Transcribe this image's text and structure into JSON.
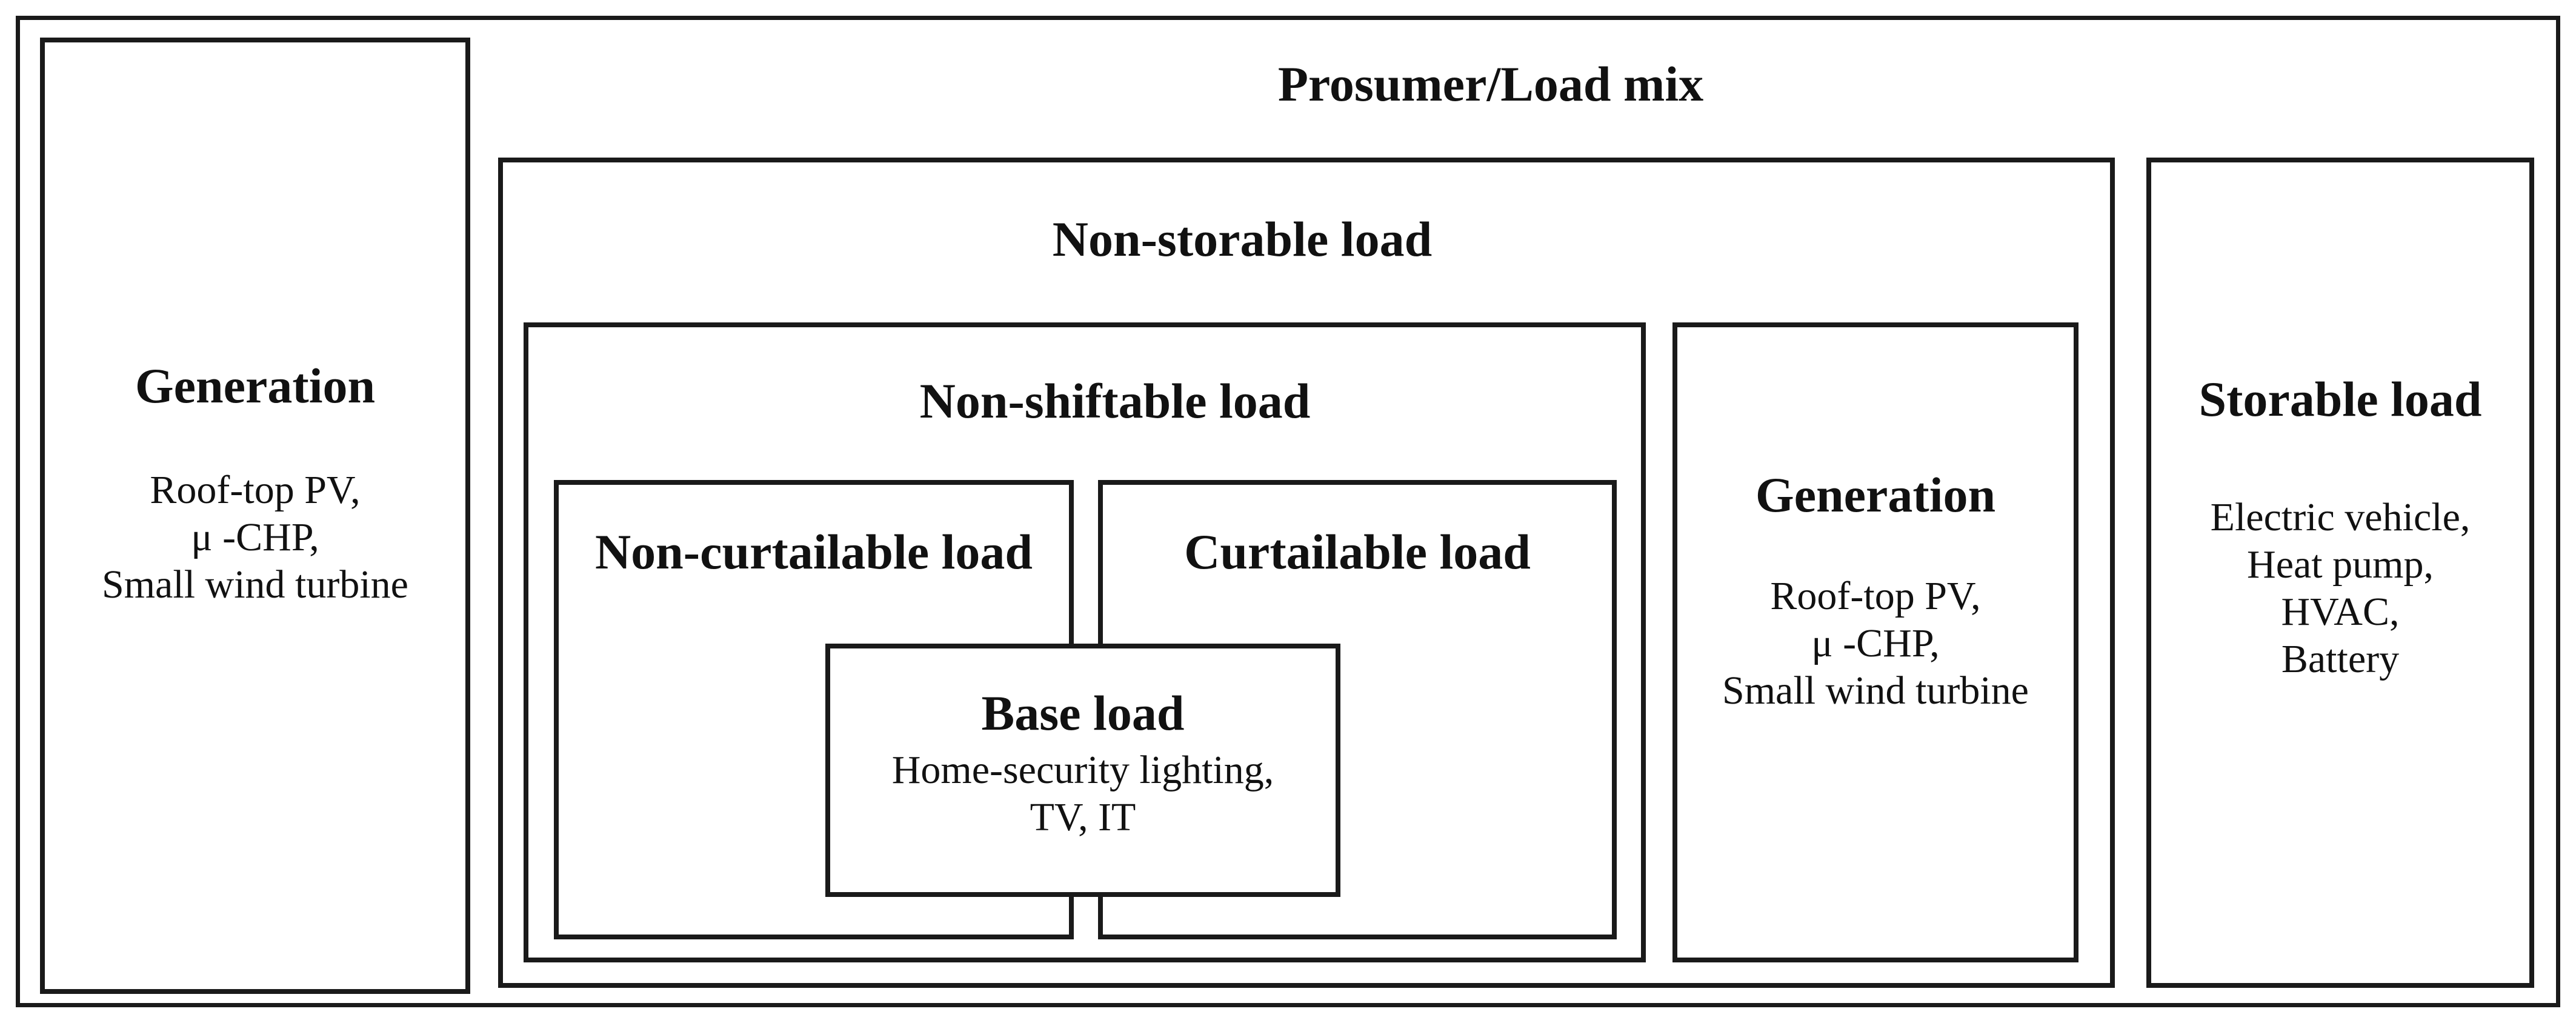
{
  "diagram": {
    "title": "Prosumer/Load mix",
    "generation_outer": {
      "heading": "Generation",
      "items": [
        "Roof-top PV,",
        "μ -CHP,",
        "Small wind turbine"
      ]
    },
    "non_storable": {
      "heading": "Non-storable load",
      "non_shiftable": {
        "heading": "Non-shiftable load",
        "non_curtailable": {
          "heading": "Non-curtailable load"
        },
        "curtailable": {
          "heading": "Curtailable load"
        },
        "base_load": {
          "heading": "Base load",
          "items": [
            "Home-security lighting,",
            "TV, IT"
          ]
        }
      },
      "generation_inner": {
        "heading": "Generation",
        "items": [
          "Roof-top PV,",
          "μ -CHP,",
          "Small wind turbine"
        ]
      }
    },
    "storable": {
      "heading": "Storable load",
      "items": [
        "Electric vehicle,",
        "Heat pump,",
        "HVAC,",
        "Battery"
      ]
    }
  }
}
